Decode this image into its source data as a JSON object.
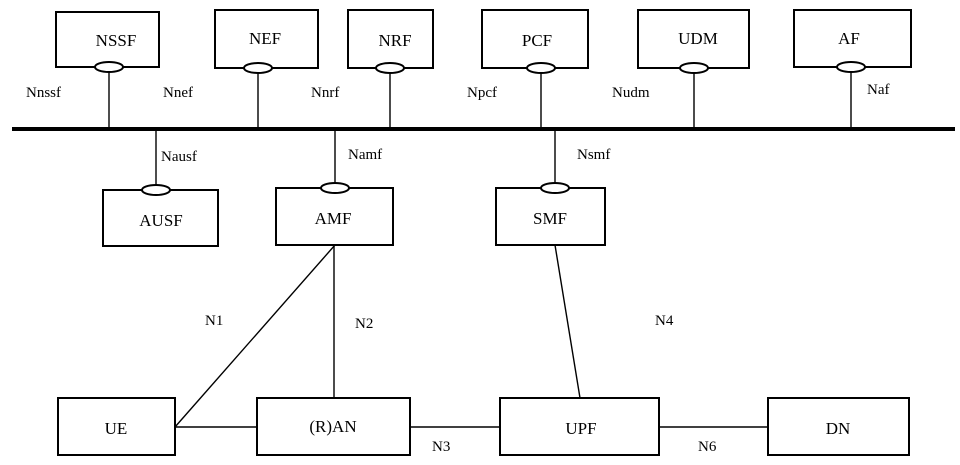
{
  "nodes": {
    "nssf": "NSSF",
    "nef": "NEF",
    "nrf": "NRF",
    "pcf": "PCF",
    "udm": "UDM",
    "af": "AF",
    "ausf": "AUSF",
    "amf": "AMF",
    "smf": "SMF",
    "ue": "UE",
    "ran": "(R)AN",
    "upf": "UPF",
    "dn": "DN"
  },
  "interfaces": {
    "nnssf": "Nnssf",
    "nnef": "Nnef",
    "nnrf": "Nnrf",
    "npcf": "Npcf",
    "nudm": "Nudm",
    "naf": "Naf",
    "nausf": "Nausf",
    "namf": "Namf",
    "nsmf": "Nsmf"
  },
  "reference_points": {
    "n1": "N1",
    "n2": "N2",
    "n3": "N3",
    "n4": "N4",
    "n6": "N6"
  }
}
